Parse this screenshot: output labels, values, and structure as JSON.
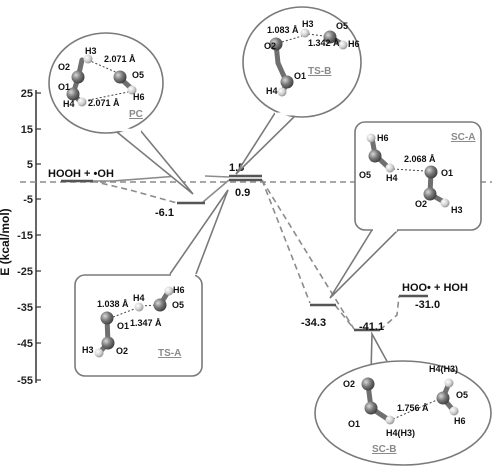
{
  "axis": {
    "title": "E (kcal/mol)",
    "ticks": [
      "25",
      "15",
      "5",
      "-5",
      "-15",
      "-25",
      "-35",
      "-45",
      "-55"
    ]
  },
  "species": {
    "reactants": "HOOH + •OH",
    "products": "HOO• + HOH"
  },
  "energies": {
    "pc": "-6.1",
    "ts_b": "1.5",
    "ts_a": "0.9",
    "sc_a": "-34.3",
    "sc_b": "-41.1",
    "products": "-31.0"
  },
  "bubbles": {
    "pc": {
      "title": "PC",
      "atoms": [
        "H3",
        "O2",
        "O1",
        "H4",
        "O5",
        "H6"
      ],
      "distances": [
        "2.071 Å",
        "2.071 Å"
      ]
    },
    "ts_b": {
      "title": "TS-B",
      "atoms": [
        "O2",
        "H3",
        "O5",
        "H6",
        "O1",
        "H4"
      ],
      "distances": [
        "1.083 Å",
        "1.342 Å"
      ]
    },
    "sc_a": {
      "title": "SC-A",
      "atoms": [
        "H6",
        "O5",
        "H4",
        "O1",
        "O2",
        "H3"
      ],
      "distances": [
        "2.068 Å"
      ]
    },
    "ts_a": {
      "title": "TS-A",
      "atoms": [
        "H6",
        "H4",
        "O5",
        "O1",
        "H3",
        "O2"
      ],
      "distances": [
        "1.038 Å",
        "1.347 Å"
      ]
    },
    "sc_b": {
      "title": "SC-B",
      "atoms": [
        "O2",
        "H4(H3)",
        "O5",
        "O1",
        "H4(H3)",
        "H6"
      ],
      "distances": [
        "1.756 Å"
      ]
    }
  }
}
